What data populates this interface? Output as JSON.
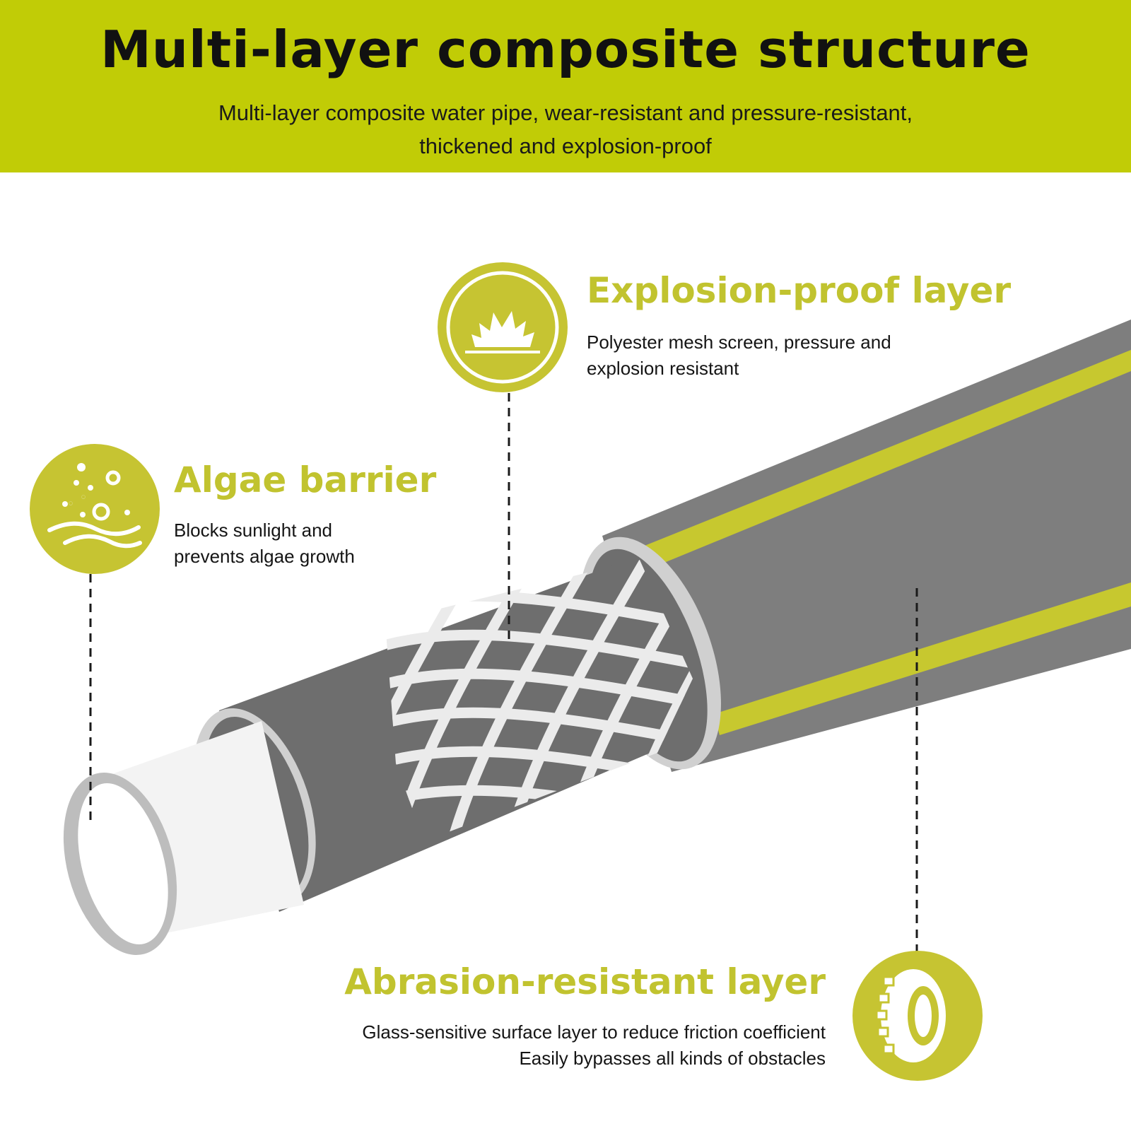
{
  "header": {
    "title": "Multi-layer composite structure",
    "subtitle_line1": "Multi-layer composite water pipe, wear-resistant and pressure-resistant,",
    "subtitle_line2": "thickened and explosion-proof"
  },
  "colors": {
    "brand_green": "#c1cc06",
    "accent_olive": "#c6c432",
    "hose_gray": "#7e7e7e",
    "stripe_yellow": "#c7c82f"
  },
  "callouts": [
    {
      "icon": "explosion-icon",
      "heading": "Explosion-proof layer",
      "desc_line1": "Polyester mesh screen, pressure and",
      "desc_line2": "explosion resistant"
    },
    {
      "icon": "algae-icon",
      "heading": "Algae barrier",
      "desc_line1": "Blocks sunlight and",
      "desc_line2": "prevents algae growth"
    },
    {
      "icon": "tire-icon",
      "heading": "Abrasion-resistant layer",
      "desc_line1": "Glass-sensitive surface layer to reduce friction coefficient",
      "desc_line2": "Easily bypasses all kinds of obstacles"
    }
  ]
}
